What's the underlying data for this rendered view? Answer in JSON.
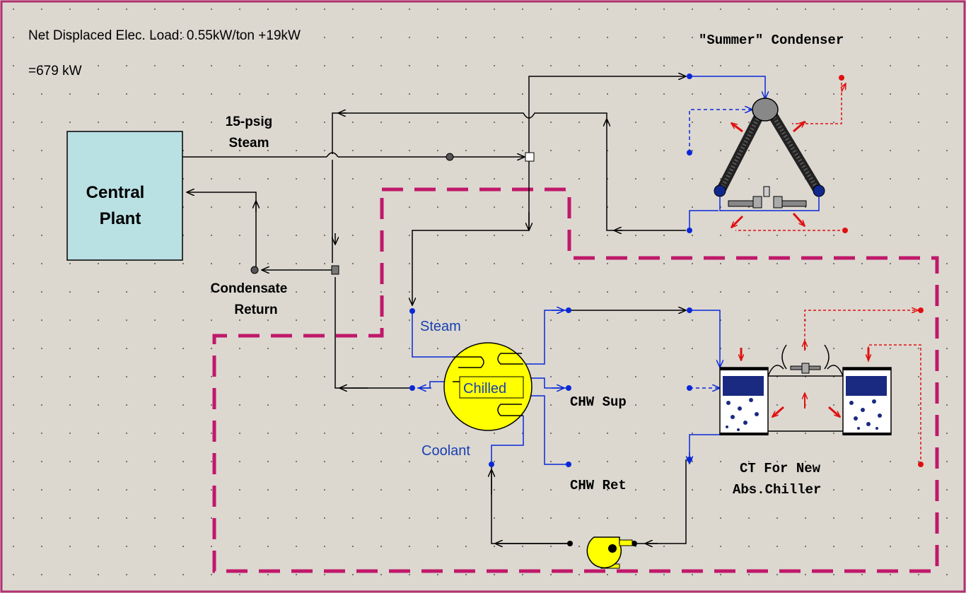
{
  "header": {
    "line1": "Net Displaced Elec. Load: 0.55kW/ton +19kW",
    "line2": "=679 kW"
  },
  "labels": {
    "summer_condenser": "\"Summer\" Condenser",
    "central_plant_line1": "Central",
    "central_plant_line2": "Plant",
    "steam_line1": "15-psig",
    "steam_line2": "Steam",
    "condensate_line1": "Condensate",
    "condensate_line2": "Return",
    "chiller_steam": "Steam",
    "chiller_name": "Chilled",
    "chiller_coolant": "Coolant",
    "chw_sup": "CHW Sup",
    "chw_ret": "CHW Ret",
    "ct_line1": "CT For New",
    "ct_line2": "Abs.Chiller"
  },
  "colors": {
    "background": "#dcd8d0",
    "border": "#b03070",
    "dashed_boundary": "#c0186a",
    "plant_fill": "#b9e0e3",
    "chiller_fill": "#ffff00",
    "pipe_black": "#000000",
    "pipe_blue": "#0a28d8",
    "air_red": "#e01010"
  }
}
